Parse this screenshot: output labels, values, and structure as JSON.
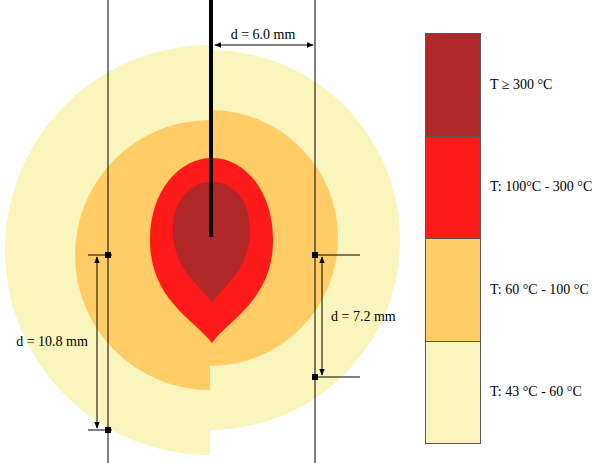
{
  "diagram": {
    "labels": [
      "d = 6.0 mm",
      "d = 10.8 mm",
      "d = 7.2 mm"
    ],
    "legend": [
      {
        "text": "T ≥ 300 °C",
        "color": "#b22727"
      },
      {
        "text": "T: 100°C - 300 °C",
        "color": "#ff1a1a"
      },
      {
        "text": "T: 60 °C - 100 °C",
        "color": "#ffcc66"
      },
      {
        "text": "T: 43 °C - 60 °C",
        "color": "#faf5bc"
      }
    ]
  }
}
